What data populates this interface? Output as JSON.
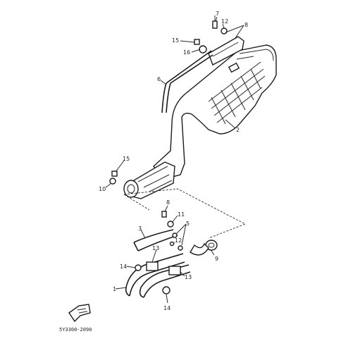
{
  "diagram": {
    "callouts": [
      {
        "id": "c7a",
        "text": "7"
      },
      {
        "id": "c12a",
        "text": "12"
      },
      {
        "id": "c8a",
        "text": "8"
      },
      {
        "id": "c15a",
        "text": "15"
      },
      {
        "id": "c16",
        "text": "16"
      },
      {
        "id": "c6",
        "text": "6"
      },
      {
        "id": "c2",
        "text": "2"
      },
      {
        "id": "c15b",
        "text": "15"
      },
      {
        "id": "c10",
        "text": "10"
      },
      {
        "id": "c8b",
        "text": "8"
      },
      {
        "id": "c11",
        "text": "11"
      },
      {
        "id": "c5",
        "text": "5"
      },
      {
        "id": "c3",
        "text": "3"
      },
      {
        "id": "c13a",
        "text": "13"
      },
      {
        "id": "c12b",
        "text": "12"
      },
      {
        "id": "c14a",
        "text": "14"
      },
      {
        "id": "c13b",
        "text": "13"
      },
      {
        "id": "c9",
        "text": "9"
      },
      {
        "id": "c1",
        "text": "1"
      },
      {
        "id": "c14b",
        "text": "14"
      }
    ],
    "drawing_code": "5Y3300-2090"
  }
}
